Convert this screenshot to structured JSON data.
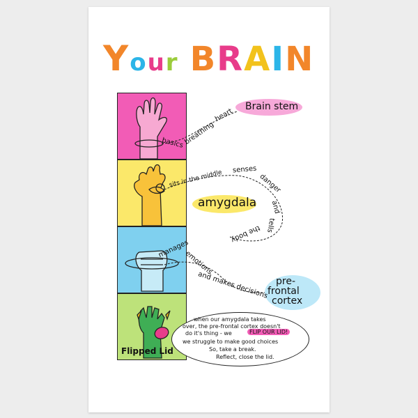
{
  "poster": {
    "title_letters": [
      {
        "ch": "Y",
        "color": "#f2862a"
      },
      {
        "ch": "o",
        "color": "#2cb5e8"
      },
      {
        "ch": "u",
        "color": "#e83c8a"
      },
      {
        "ch": "r",
        "color": "#9bcc3c"
      },
      {
        "ch": "B",
        "color": "#f2862a"
      },
      {
        "ch": "R",
        "color": "#e83c8a"
      },
      {
        "ch": "A",
        "color": "#f2c21c"
      },
      {
        "ch": "I",
        "color": "#2cb5e8"
      },
      {
        "ch": "N",
        "color": "#f2862a"
      }
    ],
    "panels": [
      {
        "name": "brain-stem-panel",
        "color": "#f25cb6",
        "hand_color": "#f7a9d2"
      },
      {
        "name": "amygdala-panel",
        "color": "#fbe86a",
        "hand_color": "#f8c23a"
      },
      {
        "name": "prefrontal-panel",
        "color": "#7fd0ef",
        "hand_color": "#c7ebf7"
      },
      {
        "name": "flipped-lid-panel",
        "color": "#bde27a",
        "hand_color": "#3fae55"
      }
    ],
    "brain_stem": {
      "label": "Brain stem",
      "words": [
        "basics",
        "breathing",
        "heart"
      ],
      "blob_color": "#f7a9d9"
    },
    "amygdala": {
      "label": "amygdala",
      "path_words": [
        "sits in the middle",
        "senses",
        "danger",
        "and",
        "tells",
        "the body"
      ],
      "blob_color": "#fbe86a"
    },
    "prefrontal": {
      "label_line1": "pre-",
      "label_line2": "frontal",
      "label_line3": "cortex",
      "path_words": [
        "manages",
        "emotions",
        "and makes decisions"
      ],
      "blob_color": "#bde8f8"
    },
    "flipped_lid": {
      "label": "Flipped Lid",
      "bubble_lines": [
        "when our amygdala takes",
        "over, the pre-frontal cortex doesn't",
        "do it's thing - we",
        "we struggle to make good choices",
        "So, take a break.",
        "Reflect, close the lid."
      ],
      "highlight": "FLIP OUR LID!",
      "highlight_color": "#f25cb6"
    }
  }
}
